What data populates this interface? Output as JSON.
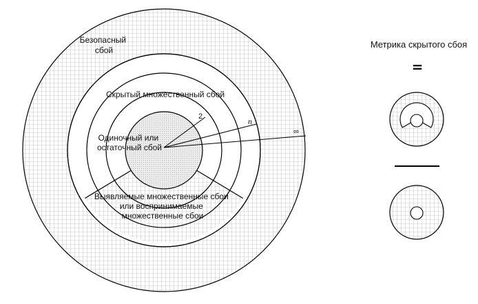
{
  "labels": {
    "safe_fault": [
      "Безопасный",
      "сбой"
    ],
    "latent_multiple_fault": "Скрытый множественный сбой",
    "single_residual_fault": [
      "Одиночный или",
      "остаточный сбой"
    ],
    "detected_multiple_faults": [
      "Выявляемые множественные сбои",
      "или воспринимаемые",
      "множественные сбои"
    ],
    "ring_2": "2",
    "ring_n": "n",
    "ring_infinity": "∞"
  },
  "metric": {
    "title": "Метрика скрытого сбоя",
    "equals": "="
  },
  "colors": {
    "grid_line": "#9a9a9a",
    "outline": "#000000",
    "dot_fill": "#d8d8d8"
  }
}
